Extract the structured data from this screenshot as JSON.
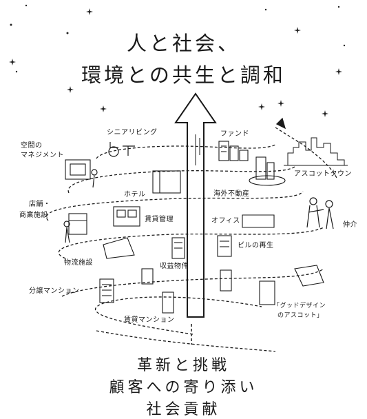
{
  "title": {
    "line1": "人と社会、",
    "line2": "環境との共生と調和"
  },
  "labels": {
    "senior_living": "シニアリビング",
    "fund": "ファンド",
    "space_management_1": "空間の",
    "space_management_2": "マネジメント",
    "hotel": "ホテル",
    "asset_town": "アスコットタウン",
    "overseas_real_estate": "海外不動産",
    "retail_1": "店舗・",
    "retail_2": "商業施設",
    "rental_management": "賃貸管理",
    "office": "オフィス",
    "brokerage": "仲介",
    "logistics": "物流施設",
    "income_property": "収益物件",
    "building_renewal": "ビルの再生",
    "condo_sale": "分譲マンション",
    "good_design_1": "「グッドデザイン",
    "good_design_2": "のアスコット」",
    "rental_condo": "賃貸マンション"
  },
  "bottom": {
    "line1": "革新と挑戦",
    "line2": "顧客への寄り添い",
    "line3": "社会貢献"
  },
  "icons": [
    "sparkle-icon",
    "up-arrow-icon",
    "wheelchair-icon",
    "building-icon",
    "city-skyline-icon",
    "people-icon"
  ]
}
